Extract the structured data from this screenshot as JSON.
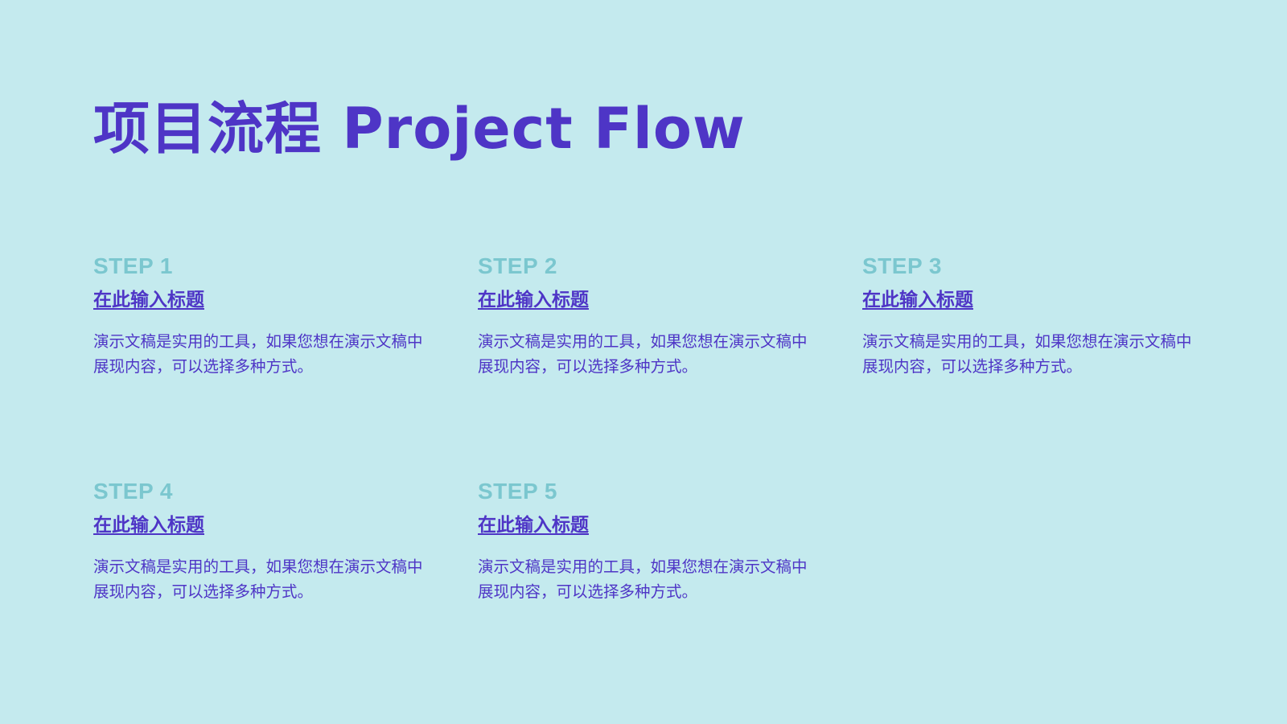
{
  "title": "项目流程  Project Flow",
  "colors": {
    "background": "#c4eaee",
    "accent": "#4e35c6",
    "step_label": "#7bc7cf"
  },
  "steps": [
    {
      "label": "STEP 1",
      "heading": "在此输入标题",
      "description": "演示文稿是实用的工具，如果您想在演示文稿中展现内容，可以选择多种方式。"
    },
    {
      "label": "STEP 2",
      "heading": "在此输入标题",
      "description": "演示文稿是实用的工具，如果您想在演示文稿中展现内容，可以选择多种方式。"
    },
    {
      "label": "STEP 3",
      "heading": "在此输入标题",
      "description": "演示文稿是实用的工具，如果您想在演示文稿中展现内容，可以选择多种方式。"
    },
    {
      "label": "STEP 4",
      "heading": "在此输入标题",
      "description": "演示文稿是实用的工具，如果您想在演示文稿中展现内容，可以选择多种方式。"
    },
    {
      "label": "STEP 5",
      "heading": "在此输入标题",
      "description": "演示文稿是实用的工具，如果您想在演示文稿中展现内容，可以选择多种方式。"
    }
  ]
}
